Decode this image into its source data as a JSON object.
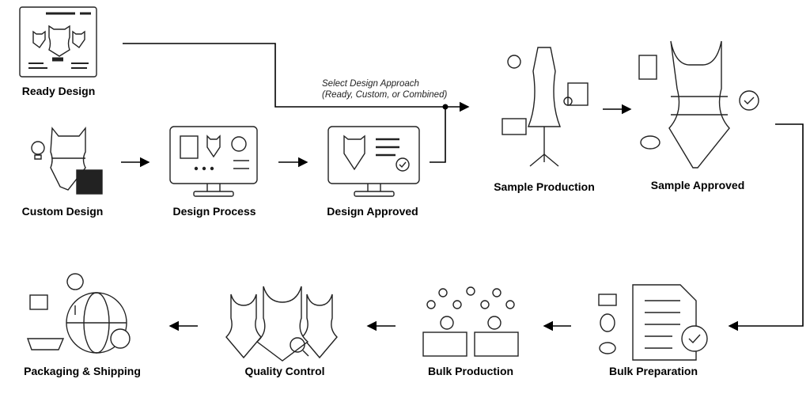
{
  "steps": {
    "ready_design": "Ready Design",
    "custom_design": "Custom Design",
    "design_process": "Design Process",
    "design_approved": "Design Approved",
    "sample_production": "Sample Production",
    "sample_approved": "Sample Approved",
    "bulk_preparation": "Bulk Preparation",
    "bulk_production": "Bulk Production",
    "quality_control": "Quality Control",
    "packaging_shipping": "Packaging & Shipping"
  },
  "annotation": {
    "line1": "Select Design Approach",
    "line2": "(Ready, Custom, or Combined)"
  }
}
